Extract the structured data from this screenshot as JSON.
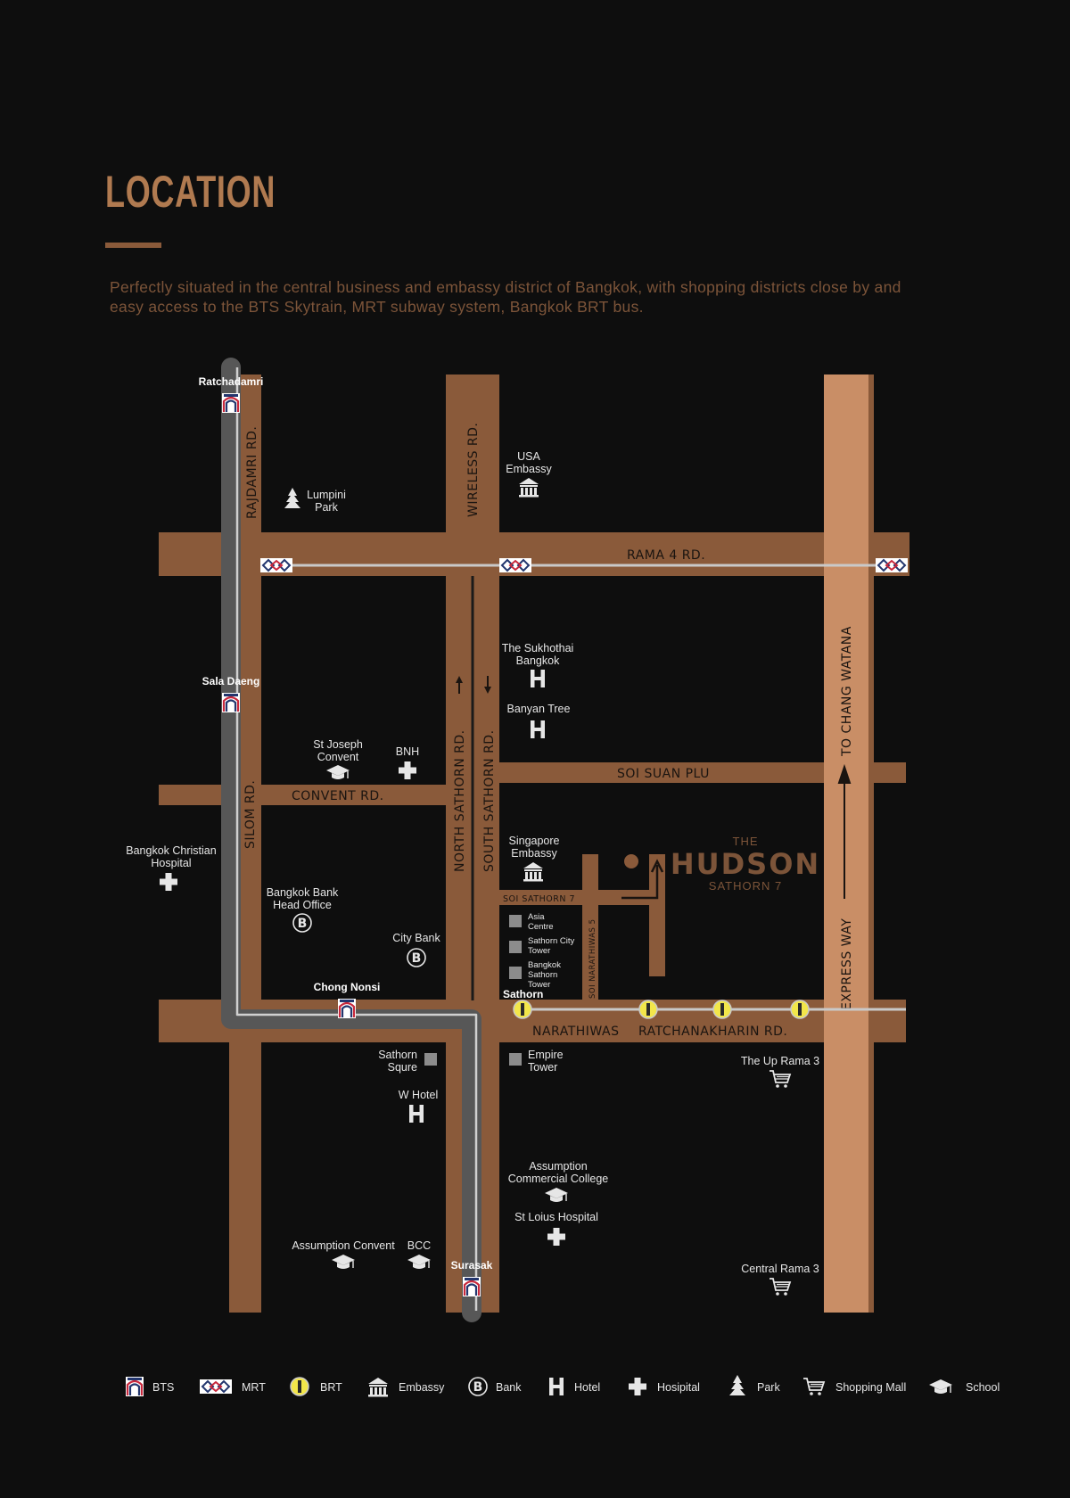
{
  "header": {
    "title": "LOCATION",
    "intro_line1": "Perfectly situated in the central business and embassy district of Bangkok, with shopping districts close by and",
    "intro_line2": "easy access to the BTS Skytrain, MRT subway system, Bangkok BRT bus."
  },
  "colors": {
    "background": "#0e0e0e",
    "road": "#8a5a3a",
    "expressway": "#c98e66",
    "bts_line": "#575757",
    "brt_marker": "#f2e64a",
    "title": "#b07a50"
  },
  "roads": {
    "rajdamri": "RAJDAMRI RD.",
    "wireless": "WIRELESS RD.",
    "rama4": "RAMA 4 RD.",
    "north_sathorn": "NORTH SATHORN RD.",
    "south_sathorn": "SOUTH SATHORN RD.",
    "soi_suan_plu": "SOI SUAN PLU",
    "convent": "CONVENT RD.",
    "silom": "SILOM RD.",
    "soi_sathorn7": "SOI SATHORN 7",
    "soi_narathiwas5": "SOI NARATHIWAS 5",
    "narathiwas_1": "NARATHIWAS",
    "narathiwas_2": "RATCHANAKHARIN RD.",
    "expressway_to": "TO CHANG WATANA",
    "expressway": "EXPRESS WAY"
  },
  "stations": {
    "ratchadamri": "Ratchadamri",
    "sala_daeng": "Sala Daeng",
    "chong_nonsi": "Chong Nonsi",
    "surasak": "Surasak",
    "sathorn": "Sathorn"
  },
  "places": {
    "usa_1": "USA",
    "usa_2": "Embassy",
    "lumpini_1": "Lumpini",
    "lumpini_2": "Park",
    "sukhothai_1": "The Sukhothai",
    "sukhothai_2": "Bangkok",
    "banyan": "Banyan Tree",
    "stjoseph_1": "St Joseph",
    "stjoseph_2": "Convent",
    "bnh": "BNH",
    "bch_1": "Bangkok Christian",
    "bch_2": "Hospital",
    "singapore_1": "Singapore",
    "singapore_2": "Embassy",
    "bbl_1": "Bangkok Bank",
    "bbl_2": "Head Office",
    "citybank": "City Bank",
    "asia_1": "Asia",
    "asia_2": "Centre",
    "sct_1": "Sathorn City",
    "sct_2": "Tower",
    "bst_1": "Bangkok",
    "bst_2": "Sathorn",
    "bst_3": "Tower",
    "sathorn_sq_1": "Sathorn",
    "sathorn_sq_2": "Squre",
    "empire_1": "Empire",
    "empire_2": "Tower",
    "whotel": "W Hotel",
    "uprama3": "The Up Rama 3",
    "acc_1": "Assumption",
    "acc_2": "Commercial College",
    "stlouis": "St Loius Hospital",
    "assumption_convent": "Assumption Convent",
    "bcc": "BCC",
    "central_rama3": "Central Rama 3"
  },
  "hudson": {
    "the": "THE",
    "name": "HUDSON",
    "sub": "SATHORN 7"
  },
  "legend": [
    {
      "icon": "bts-icon",
      "label": "BTS"
    },
    {
      "icon": "mrt-icon",
      "label": "MRT"
    },
    {
      "icon": "brt-icon",
      "label": "BRT"
    },
    {
      "icon": "embassy-icon",
      "label": "Embassy"
    },
    {
      "icon": "bank-icon",
      "label": "Bank"
    },
    {
      "icon": "hotel-icon",
      "label": "Hotel"
    },
    {
      "icon": "hospital-icon",
      "label": "Hosipital"
    },
    {
      "icon": "park-icon",
      "label": "Park"
    },
    {
      "icon": "shopping-mall-icon",
      "label": "Shopping Mall"
    },
    {
      "icon": "school-icon",
      "label": "School"
    }
  ]
}
